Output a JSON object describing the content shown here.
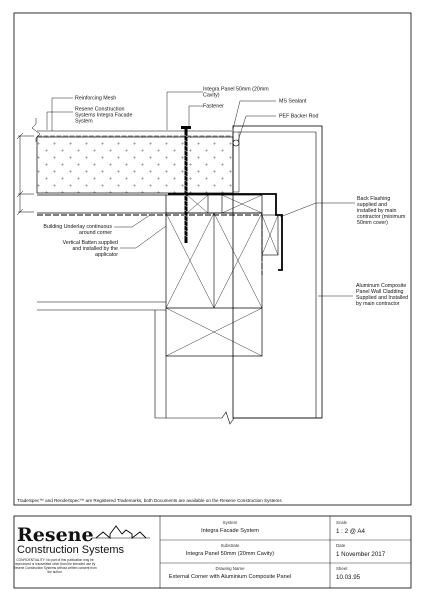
{
  "labels": {
    "reinforcing_mesh": "Reinforcing Mesh",
    "construction_systems_1": "Resene Construction",
    "construction_systems_2": "Systems Integra Facade",
    "construction_systems_3": "System",
    "integra_panel_1": "Integra Panel 50mm (20mm",
    "integra_panel_2": "Cavity)",
    "fastener": "Fastener",
    "ms_sealant": "MS Sealant",
    "pef_backer_rod": "PEF Backer Rod",
    "back_flashing_1": "Back Flashing",
    "back_flashing_2": "supplied and",
    "back_flashing_3": "installed by main",
    "back_flashing_4": "contractor (minimum",
    "back_flashing_5": "50mm cover)",
    "building_underlay_1": "Building Underlay continuous",
    "building_underlay_2": "around corner",
    "vertical_batten_1": "Vertical Batten supplied",
    "vertical_batten_2": "and installed by the",
    "vertical_batten_3": "applicator",
    "acp_1": "Aluminum Composite",
    "acp_2": "Panel Wall Cladding",
    "acp_3": "Supplied and Installed",
    "acp_4": "by main contractor"
  },
  "trademark_note": "TradeSpec™ and RenderSpec™ are Registered Trademarks, both Documents are available on the Resene Construction Systems",
  "title_block": {
    "logo_line1": "Resene",
    "logo_line2": "Construction Systems",
    "confidentiality_1": "CONFIDENTIALITY: No part of this publication may be",
    "confidentiality_2": "reproduced or transmitted other than the intended use by",
    "confidentiality_3": "Resene Construction Systems without written consent from",
    "confidentiality_4": "the author.",
    "system_label": "System",
    "system_value": "Integra Facade System",
    "substrate_label": "Substrate",
    "substrate_value": "Integra Panel 50mm (20mm Cavity)",
    "drawing_name_label": "Drawing Name",
    "drawing_name_value": "External Corner with Aluminium Composite Panel",
    "scale_label": "Scale",
    "scale_value": "1 : 2 @ A4",
    "date_label": "Date",
    "date_value": "1 November 2017",
    "sheet_label": "Sheet",
    "sheet_value": "10.03.95"
  }
}
